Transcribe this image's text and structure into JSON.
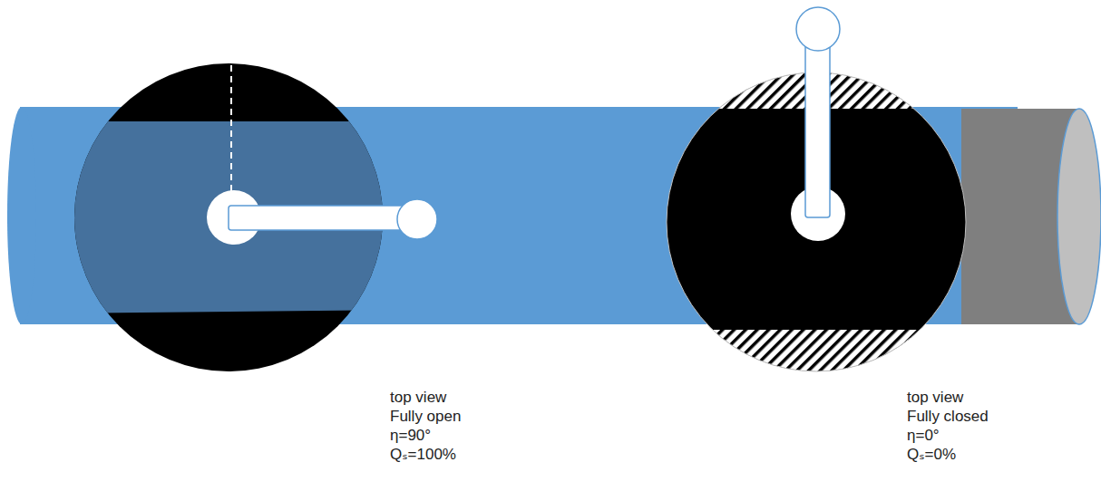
{
  "diagram": {
    "labels": [
      "top view",
      "Fully open",
      "η=90°",
      "Qₛ=100%",
      "top view",
      "Fully closed",
      "η=0°",
      "Qₛ=0%"
    ]
  }
}
